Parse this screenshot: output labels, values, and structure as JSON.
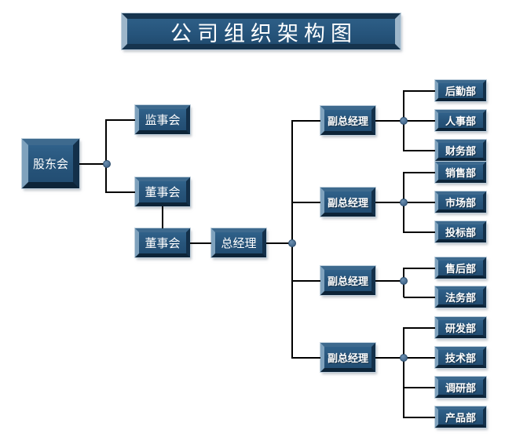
{
  "title": "公司组织架构图",
  "top_nodes": {
    "shareholders": "股东会",
    "supervisory_board": "监事会",
    "board_of_directors": "董事会",
    "board_of_directors_2": "董事会",
    "general_manager": "总经理"
  },
  "groups": [
    {
      "manager": "副总经理",
      "departments": [
        "后勤部",
        "人事部",
        "财务部"
      ]
    },
    {
      "manager": "副总经理",
      "departments": [
        "销售部",
        "市场部",
        "投标部"
      ]
    },
    {
      "manager": "副总经理",
      "departments": [
        "售后部",
        "法务部"
      ]
    },
    {
      "manager": "副总经理",
      "departments": [
        "研发部",
        "技术部",
        "调研部",
        "产品部"
      ]
    }
  ],
  "colors": {
    "node_fill": "#2b5a7e",
    "bevel_light": "#7fa2bd",
    "bevel_mid": "#3e6a8e",
    "bevel_dark": "#0d2438",
    "outline": "#c2d2de",
    "connector": "#000000",
    "junction_dot": "#4e7296",
    "text": "#ffffff",
    "background": "#ffffff"
  }
}
